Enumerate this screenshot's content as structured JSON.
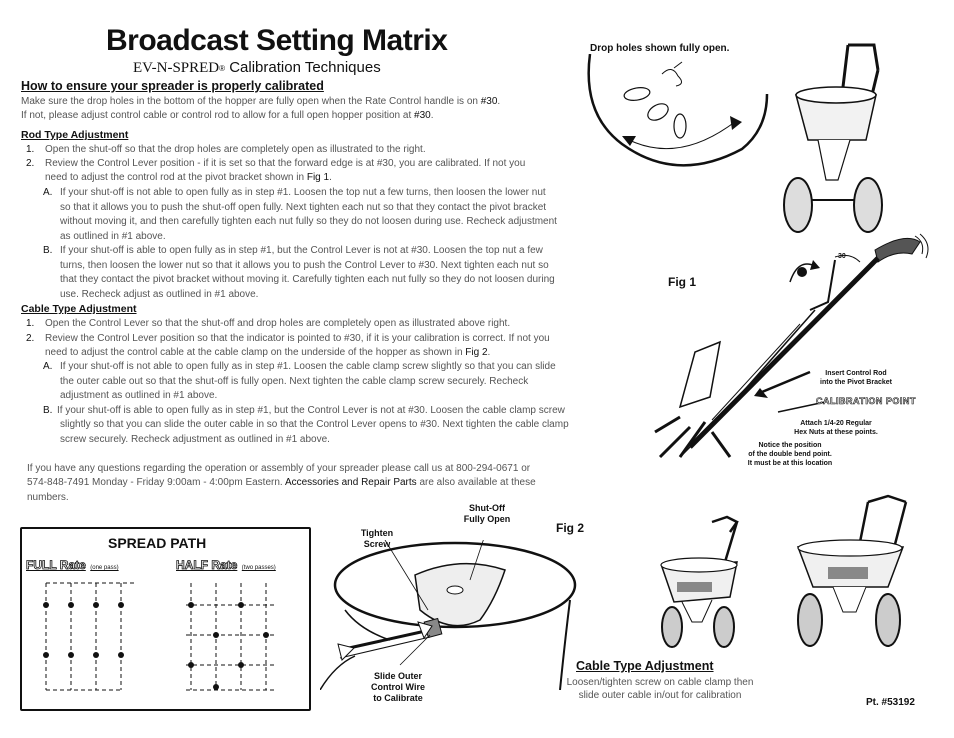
{
  "title": "Broadcast Setting Matrix",
  "subtitle": {
    "brand": "EV-N-SPRED",
    "reg_mark": "®",
    "text": " Calibration Techniques"
  },
  "intro": {
    "heading": "How to ensure your spreader is properly calibrated",
    "line1": "Make sure the drop holes in the bottom of the hopper are fully open when the Rate Control handle is on",
    "line1_value": "#30",
    "line2": "If not, please adjust control cable or control rod to allow for a full open hopper position at",
    "line2_value": "#30"
  },
  "rod": {
    "heading": "Rod Type Adjustment",
    "step1_num": "1.",
    "step1": "Open the shut-off so that the drop holes are completely open as illustrated to the right.",
    "step2_num": "2.",
    "step2_l1": "Review the Control Lever position - if it is set so that the forward edge is at #30, you are calibrated.  If not you",
    "step2_l2": "need to adjust the control rod at the pivot bracket shown in",
    "step2_ref": "Fig 1",
    "a_letter": "A.",
    "a_l1": "If your shut-off is not able to open fully as in step #1. Loosen the top nut a few turns, then loosen the lower nut",
    "a_l2": "so that it allows you to push the shut-off open fully.  Next tighten each nut so that they contact the pivot bracket",
    "a_l3": "without moving it, and then carefully tighten each nut fully so they do not loosen during use.  Recheck adjustment",
    "a_l4": "as outlined in #1 above.",
    "b_letter": "B.",
    "b_l1": "If your shut-off is able to open fully as in step #1, but the Control Lever is not at #30.  Loosen the top nut a few",
    "b_l2": "turns, then loosen the lower nut so that it allows you to push the Control Lever to #30.  Next tighten each nut so",
    "b_l3": "that they contact the pivot bracket without moving it. Carefully tighten each nut fully so they do not loosen during",
    "b_l4": "use.  Recheck adjust as outlined in #1 above."
  },
  "cable": {
    "heading": "Cable Type Adjustment",
    "step1_num": "1.",
    "step1": "Open the Control Lever so that the shut-off and drop holes are completely open as illustrated above right.",
    "step2_num": "2.",
    "step2_l1": "Review the Control Lever position so that the indicator is pointed to #30, if it is your calibration is correct.  If not you",
    "step2_l2": "need to adjust the control cable at the cable clamp on the underside of the hopper as shown in",
    "step2_ref": "Fig 2",
    "a_letter": "A.",
    "a_l1": "If your shut-off is not able to open fully as in step #1. Loosen the cable clamp screw slightly so that you can slide",
    "a_l2": "the outer cable out so that the shut-off is fully open. Next tighten the cable clamp screw securely.  Recheck",
    "a_l3": "adjustment as outlined in #1 above.",
    "b_letter": "B.",
    "b_l1": "If your shut-off is able to open fully as in step #1, but the Control Lever is not at #30.  Loosen the cable clamp screw",
    "b_l2": "slightly so that you can slide the outer cable in so that the Control Lever opens to #30. Next tighten the cable clamp",
    "b_l3": "screw securely. Recheck adjustment as outlined in #1 above."
  },
  "contact": {
    "l1": "If you have any questions regarding the operation or assembly of your spreader please call us at 800-294-0671 or",
    "l2a": "574-848-7491 Monday - Friday 9:00am - 4:00pm Eastern.",
    "l2_link": "Accessories and Repair Parts",
    "l2b": "are also available at these",
    "l3": "numbers."
  },
  "drop_holes_caption": "Drop holes shown fully open.",
  "fig1": {
    "label": "Fig 1",
    "tick_30": "30",
    "insert_rod_l1": "Insert Control Rod",
    "insert_rod_l2": "into the Pivot Bracket",
    "calibration_point": "CALIBRATION POINT",
    "hex_l1": "Attach 1/4-20 Regular",
    "hex_l2": "Hex Nuts at these points.",
    "notice_l1": "Notice the position",
    "notice_l2": "of the double bend point.",
    "notice_l3": "It must be at this location"
  },
  "spread": {
    "title": "SPREAD PATH",
    "full_label": "FULL Rate",
    "full_note": "(one pass)",
    "half_label": "HALF Rate",
    "half_note": "(two passes)"
  },
  "fig2": {
    "label": "Fig 2",
    "shutoff_l1": "Shut-Off",
    "shutoff_l2": "Fully Open",
    "tighten_l1": "Tighten",
    "tighten_l2": "Screw",
    "slide_l1": "Slide Outer",
    "slide_l2": "Control Wire",
    "slide_l3": "to Calibrate"
  },
  "cable_panel": {
    "title": "Cable Type Adjustment",
    "desc_l1": "Loosen/tighten screw on cable clamp then",
    "desc_l2": "slide outer cable in/out for calibration"
  },
  "part_number": "Pt. #53192",
  "colors": {
    "text": "#222222",
    "muted": "#555555",
    "line": "#111111"
  }
}
